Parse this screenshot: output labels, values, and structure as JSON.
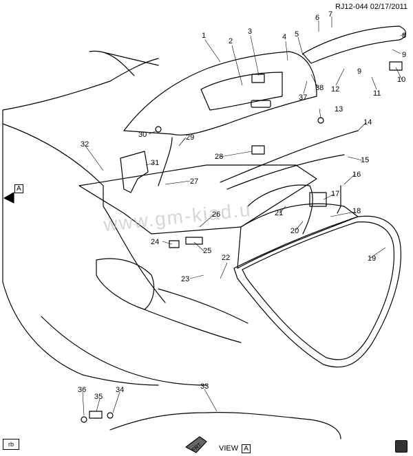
{
  "header": {
    "ref": "RJ12-044",
    "date": "02/17/2011"
  },
  "footer": {
    "rb_label": "rb",
    "view_label": "VIEW",
    "view_letter": "A",
    "forward_label": "FRT"
  },
  "watermark": "www.gm-kiad.u",
  "view_marker": "A",
  "callouts": [
    "1",
    "2",
    "3",
    "4",
    "5",
    "6",
    "7",
    "8",
    "9",
    "10",
    "11",
    "12",
    "13",
    "14",
    "15",
    "16",
    "17",
    "18",
    "19",
    "20",
    "21",
    "22",
    "23",
    "24",
    "25",
    "26",
    "27",
    "28",
    "29",
    "30",
    "31",
    "32",
    "33",
    "34",
    "35",
    "36",
    "37",
    "38"
  ]
}
